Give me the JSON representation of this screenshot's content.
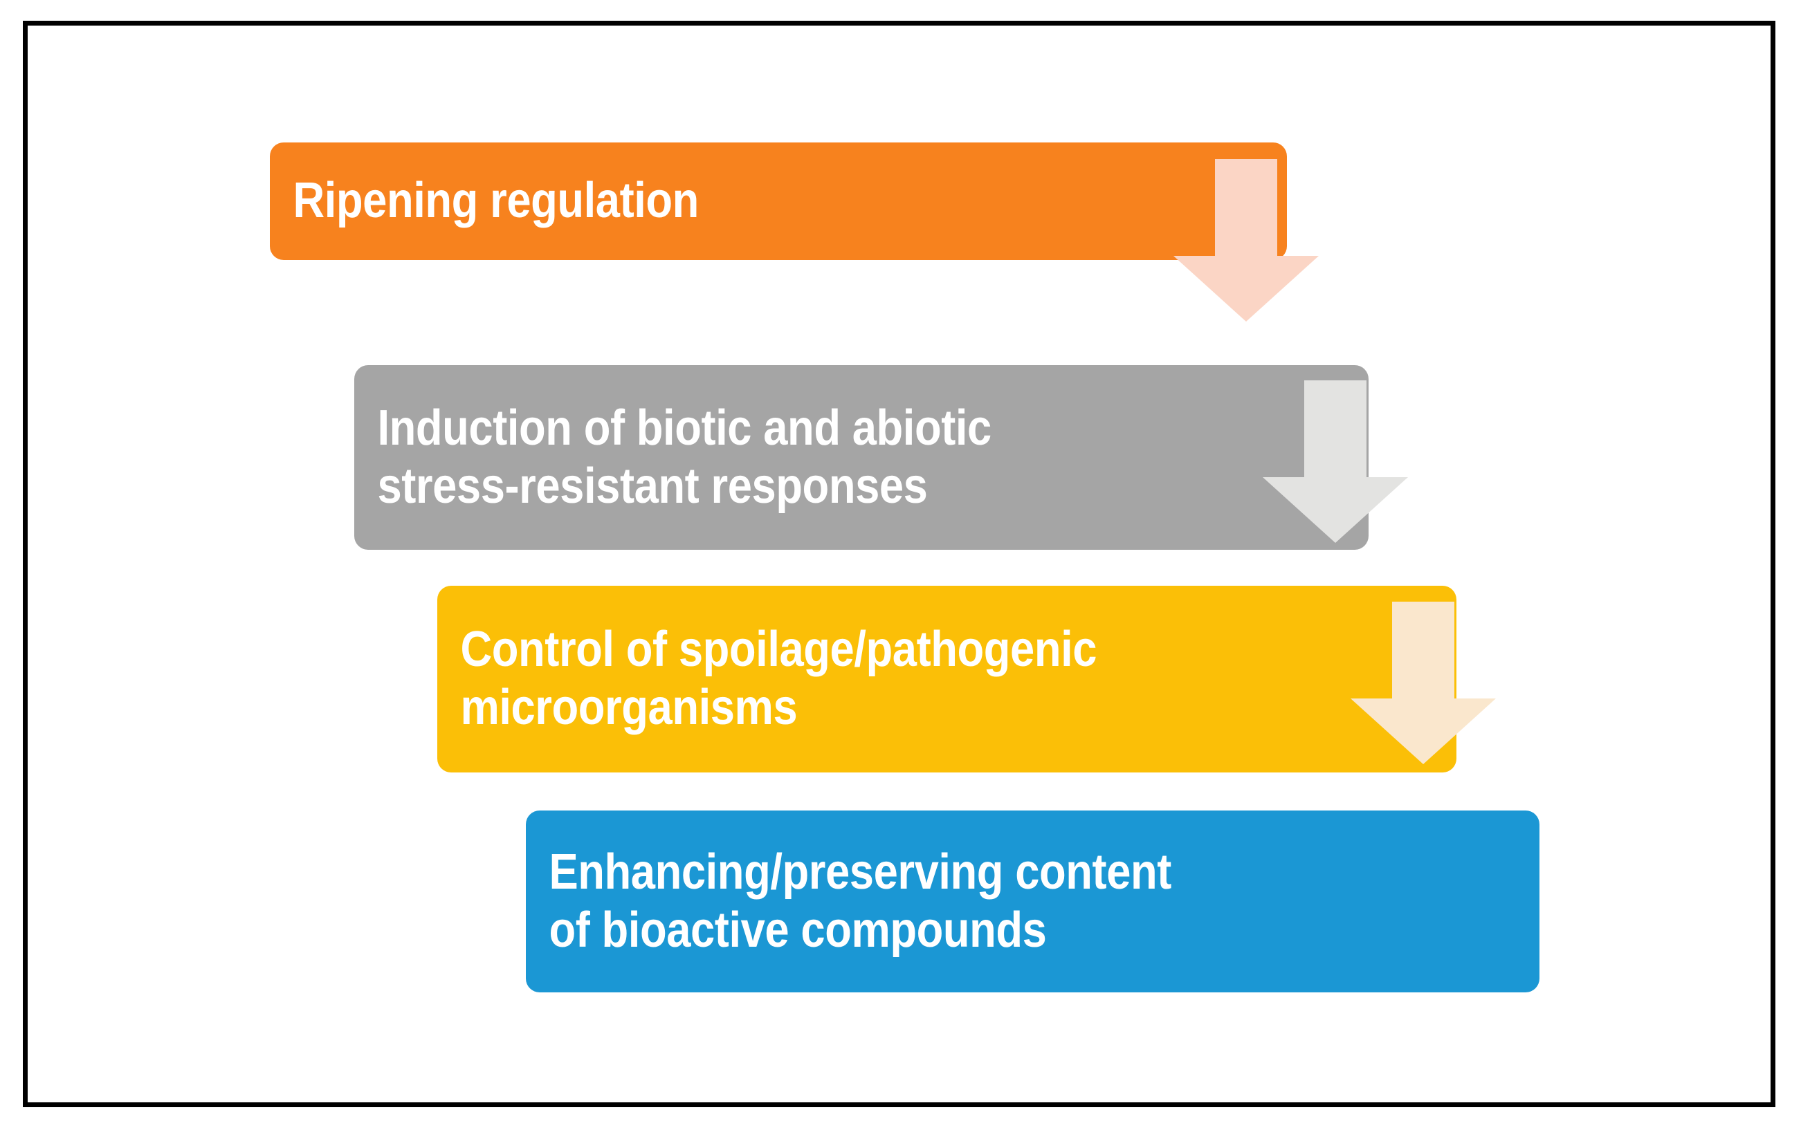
{
  "figure": {
    "type": "process-flow-staircase",
    "border_color": "#000000",
    "background_color": "#ffffff",
    "orientation": "vertical-descending",
    "step_count": 4,
    "arrow_count": 3
  },
  "steps": [
    {
      "id": "ripening",
      "label": "Ripening regulation",
      "color": "#F7821E",
      "color_name": "orange",
      "text_color": "#ffffff",
      "order": 1
    },
    {
      "id": "stress",
      "label": "Induction of biotic and abiotic\nstress-resistant responses",
      "color": "#A5A5A5",
      "color_name": "gray",
      "text_color": "#ffffff",
      "order": 2
    },
    {
      "id": "microorganisms",
      "label": "Control of spoilage/pathogenic\nmicroorganisms",
      "color": "#FBBF07",
      "color_name": "yellow",
      "text_color": "#ffffff",
      "order": 3
    },
    {
      "id": "bioactive",
      "label": "Enhancing/preserving content\nof bioactive compounds",
      "color": "#1B97D4",
      "color_name": "blue",
      "text_color": "#ffffff",
      "order": 4
    }
  ],
  "arrows": [
    {
      "id": "arrow-ripening-to-stress",
      "from": "ripening",
      "to": "stress",
      "color": "#FBD5C5",
      "direction": "down"
    },
    {
      "id": "arrow-stress-to-microorganisms",
      "from": "stress",
      "to": "microorganisms",
      "color": "#E3E3E1",
      "direction": "down"
    },
    {
      "id": "arrow-microorganisms-to-bioactive",
      "from": "microorganisms",
      "to": "bioactive",
      "color": "#FAE7CD",
      "direction": "down"
    }
  ]
}
